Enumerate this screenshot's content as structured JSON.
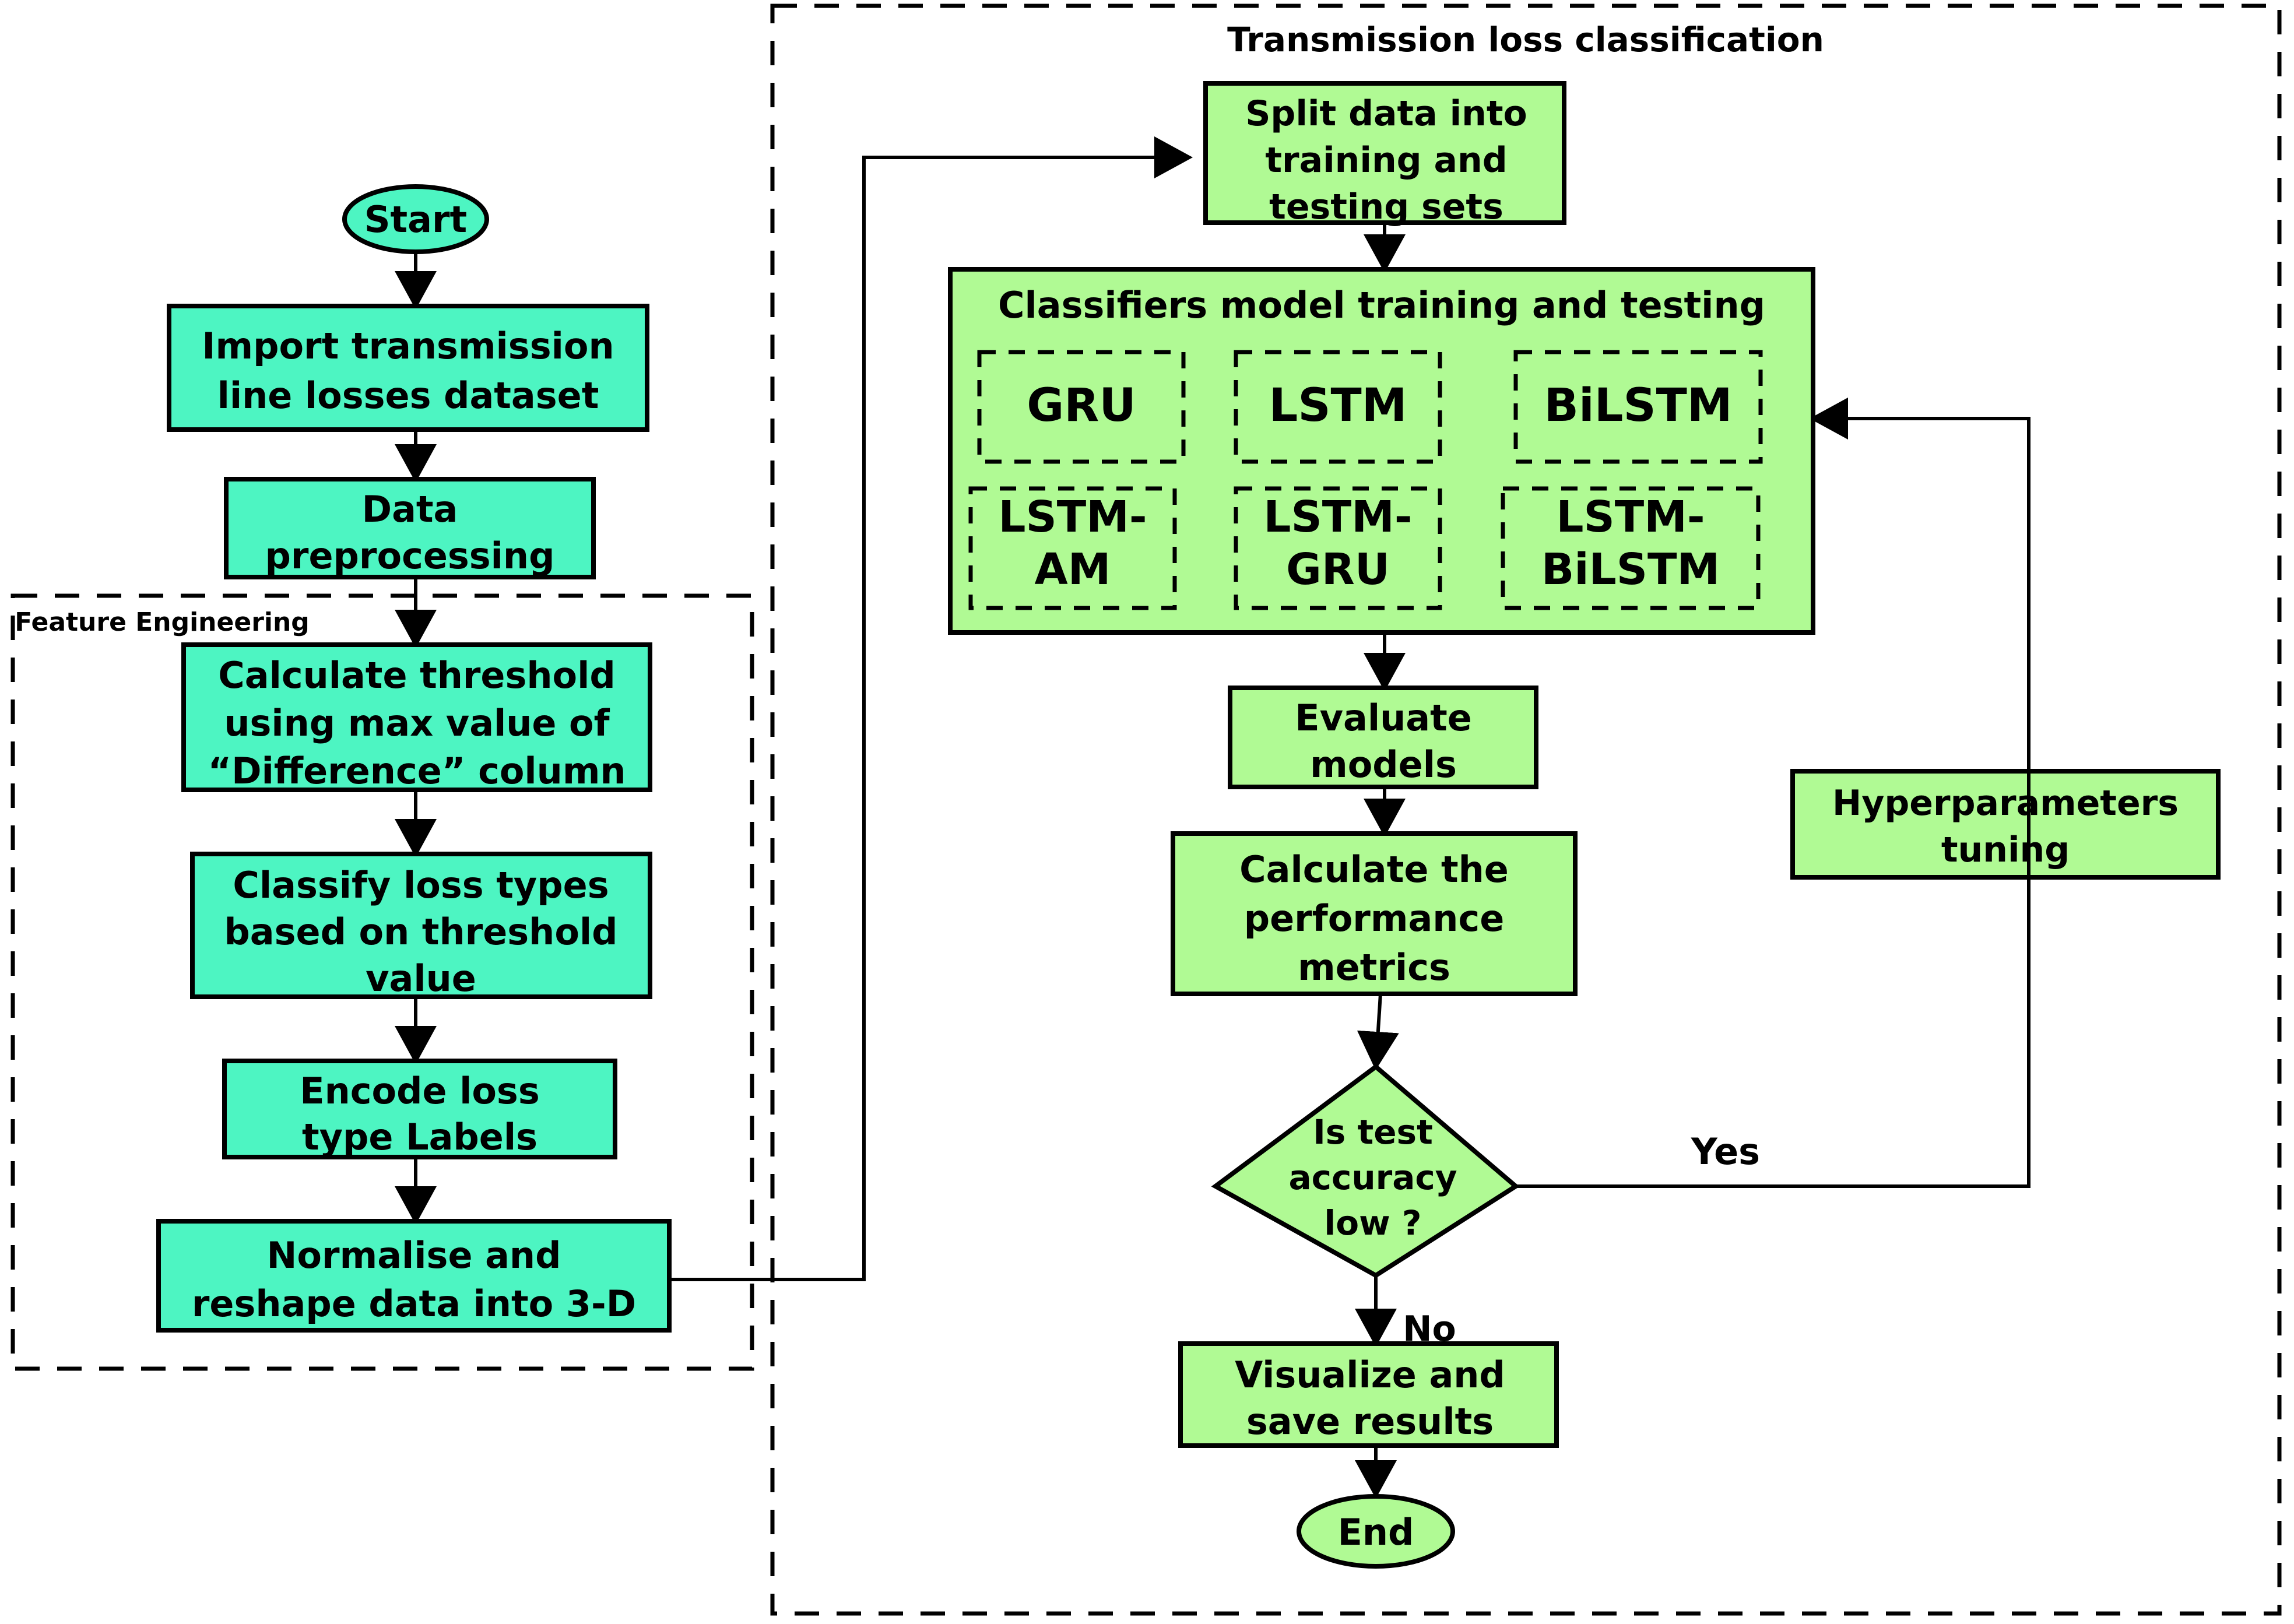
{
  "colors": {
    "cyan_fill": "#4DF5C2",
    "green_fill": "#B0FA94",
    "stroke": "#000000",
    "background": "#FFFFFF"
  },
  "groups": {
    "feature_engineering": {
      "title": "Feature Engineering"
    },
    "transmission_loss": {
      "title": "Transmission loss classification"
    }
  },
  "left_flow": {
    "start": "Start",
    "import": "Import transmission\nline losses dataset",
    "import_l1": "Import transmission",
    "import_l2": "line losses dataset",
    "preprocess_l1": "Data",
    "preprocess_l2": "preprocessing",
    "threshold_l1": "Calculate threshold",
    "threshold_l2": "using max value of",
    "threshold_l3": "“Difference” column",
    "classify_l1": "Classify loss types",
    "classify_l2": "based on threshold",
    "classify_l3": "value",
    "encode_l1": "Encode loss",
    "encode_l2": "type Labels",
    "normalise_l1": "Normalise and",
    "normalise_l2": "reshape data into 3-D"
  },
  "right_flow": {
    "split_l1": "Split data into",
    "split_l2": "training and",
    "split_l3": "testing sets",
    "classifiers_title": "Classifiers model training and testing",
    "evaluate_l1": "Evaluate",
    "evaluate_l2": "models",
    "metrics_l1": "Calculate the",
    "metrics_l2": "performance",
    "metrics_l3": "metrics",
    "decision_l1": "Is test",
    "decision_l2": "accuracy",
    "decision_l3": "low ?",
    "visualize_l1": "Visualize and",
    "visualize_l2": "save results",
    "end": "End",
    "hyper_l1": "Hyperparameters",
    "hyper_l2": "tuning"
  },
  "models": [
    {
      "id": "gru",
      "label": "GRU"
    },
    {
      "id": "lstm",
      "label": "LSTM"
    },
    {
      "id": "bilstm",
      "label": "BiLSTM"
    },
    {
      "id": "lstm-am",
      "label_l1": "LSTM-",
      "label_l2": "AM"
    },
    {
      "id": "lstm-gru",
      "label_l1": "LSTM-",
      "label_l2": "GRU"
    },
    {
      "id": "lstm-bilstm",
      "label_l1": "LSTM-",
      "label_l2": "BiLSTM"
    }
  ],
  "edge_labels": {
    "yes": "Yes",
    "no": "No"
  }
}
